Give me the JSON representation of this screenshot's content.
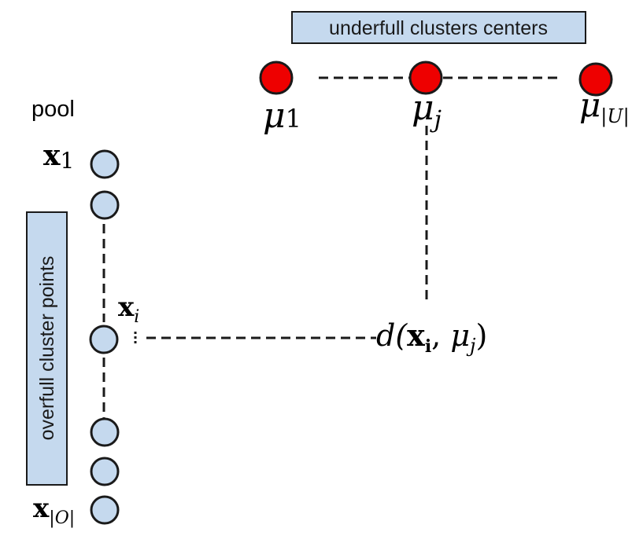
{
  "labels": {
    "centers_box": "underfull clusters centers",
    "points_box": "overfull cluster points",
    "pool": "pool"
  },
  "centers": [
    {
      "sym": "μ",
      "sub": "1"
    },
    {
      "sym": "μ",
      "sub": "j"
    },
    {
      "sym": "μ",
      "sub": "|U|"
    }
  ],
  "points": {
    "first": {
      "sym": "x",
      "sub": "1"
    },
    "middle": {
      "sym": "x",
      "sub": "i"
    },
    "last": {
      "sym": "x",
      "sub": "|O|"
    }
  },
  "distance": {
    "fn": "d(",
    "x": "x",
    "x_sub": "i",
    "comma": ", ",
    "mu": "μ",
    "mu_sub": "j",
    "close": ")"
  },
  "colors": {
    "center_fill": "#ee0000",
    "point_fill": "#c5d9ee",
    "box_fill": "#c5d9ee",
    "stroke": "#1a1a1a"
  }
}
